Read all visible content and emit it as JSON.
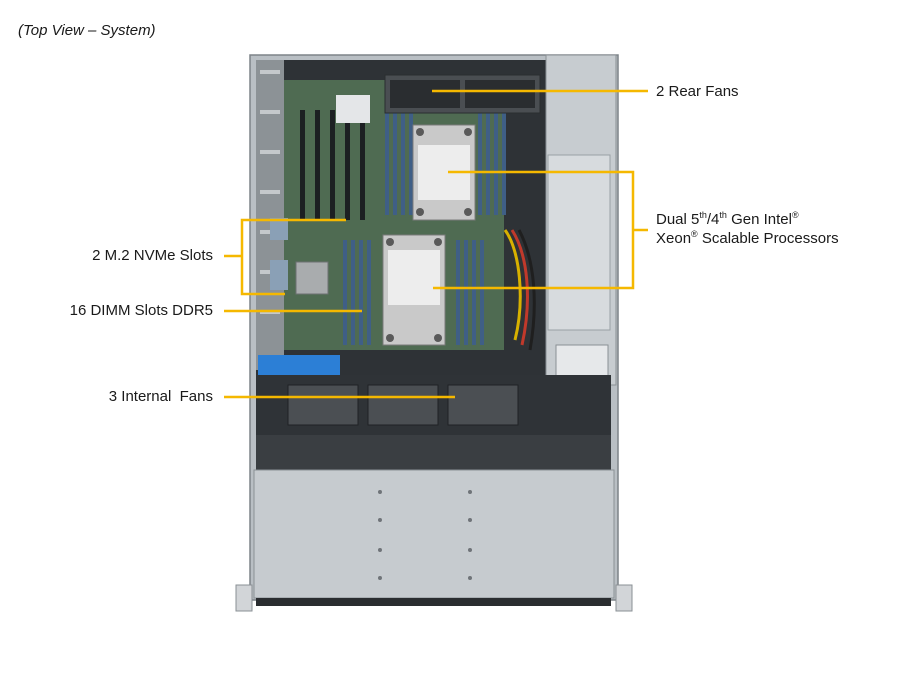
{
  "caption": "(Top View – System)",
  "callouts": {
    "rear_fans": "2 Rear Fans",
    "processors": {
      "line1_a": "Dual 5",
      "line1_sup1": "th",
      "line1_b": "/4",
      "line1_sup2": "th",
      "line1_c": " Gen Intel",
      "line1_reg": "®",
      "line2_a": "Xeon",
      "line2_reg": "®",
      "line2_b": " Scalable Processors"
    },
    "m2_slots": "2 M.2 NVMe Slots",
    "dimm_slots": "16 DIMM Slots DDR5",
    "internal_fans": "3 Internal  Fans"
  },
  "colors": {
    "callout_line": "#f5b800",
    "chassis": "#b9bfc4",
    "board": "#4f6b52",
    "dimm": "#3f5f86",
    "heatsink": "#c9c9c9",
    "bay_panel": "#c6cbcf",
    "blue_latch": "#2c7fd6"
  }
}
